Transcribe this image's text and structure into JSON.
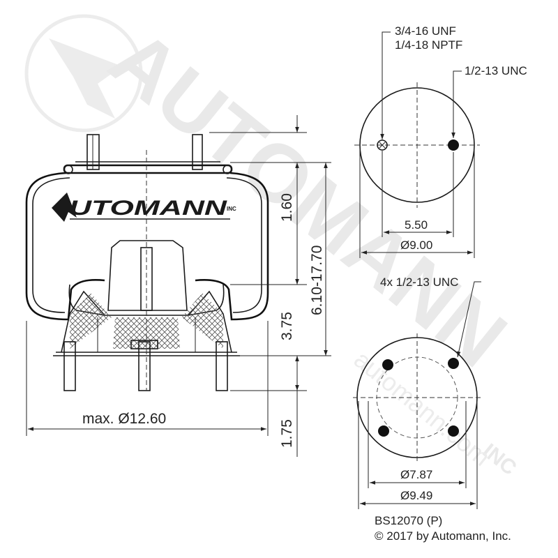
{
  "watermark": {
    "brand": "AUTOMANN",
    "suffix": "INC",
    "url": "automann.com"
  },
  "logo": {
    "text": "UTOMANN",
    "mark": "INC"
  },
  "side_view": {
    "diameter_label": "max. Ø12.60",
    "dim_top": "1.60",
    "dim_height": "6.10-17.70",
    "dim_mid": "3.75",
    "dim_bottom": "1.75"
  },
  "top_view": {
    "thread_large_1": "3/4-16 UNF",
    "thread_large_2": "1/4-18 NPTF",
    "thread_small": "1/2-13 UNC",
    "spacing": "5.50",
    "diameter": "Ø9.00"
  },
  "bottom_view": {
    "studs": "4x 1/2-13 UNC",
    "bolt_circle": "Ø7.87",
    "diameter": "Ø9.49"
  },
  "part_number": "BS12070 (P)",
  "copyright": "© 2017 by Automann, Inc."
}
